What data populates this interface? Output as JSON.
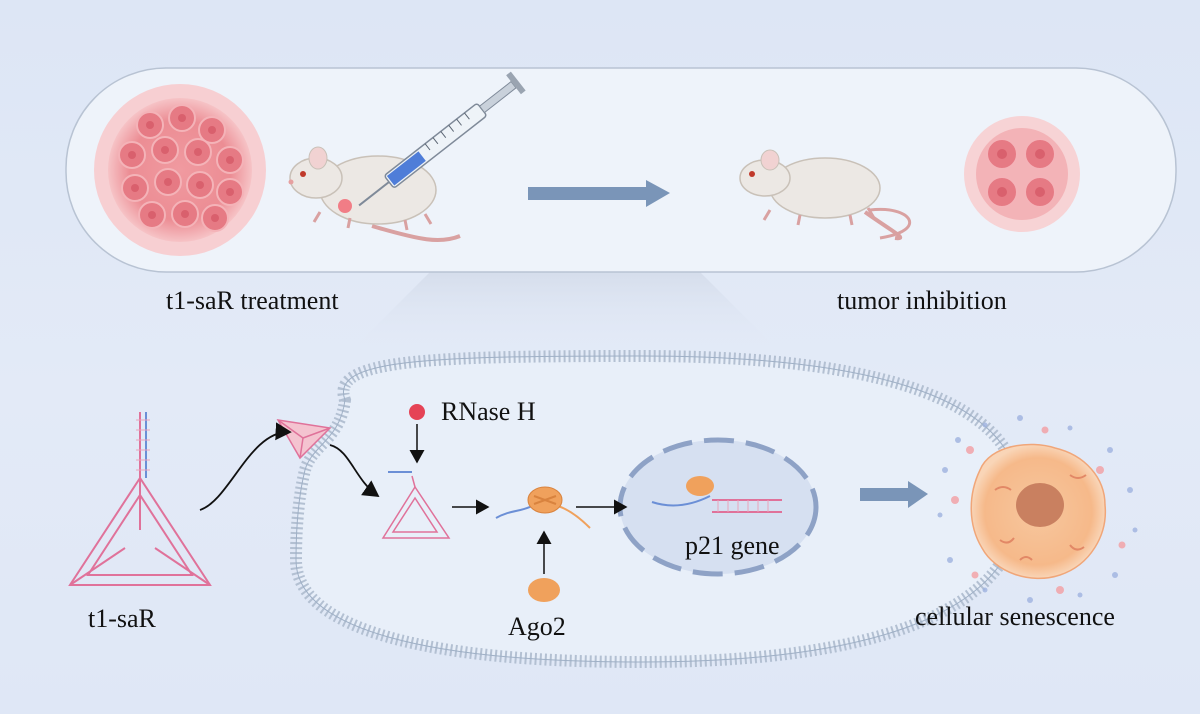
{
  "labels": {
    "treatment": "t1-saR treatment",
    "inhibition": "tumor inhibition",
    "t1sar": "t1-saR",
    "rnase": "RNase H",
    "ago2": "Ago2",
    "p21": "p21 gene",
    "senescence": "cellular senescence"
  },
  "colors": {
    "background": "#dfe7f6",
    "panel": "#edf2fa",
    "arrow": "#7a95b8",
    "tumor": "#e8848c",
    "nanostructure": "#e0729a",
    "membrane": "#b9c6d8",
    "nucleus_border": "#8ea2c6",
    "rnase_dot": "#e54356",
    "ago2": "#f0a15c",
    "senescent_cell": "#f5b98a"
  }
}
